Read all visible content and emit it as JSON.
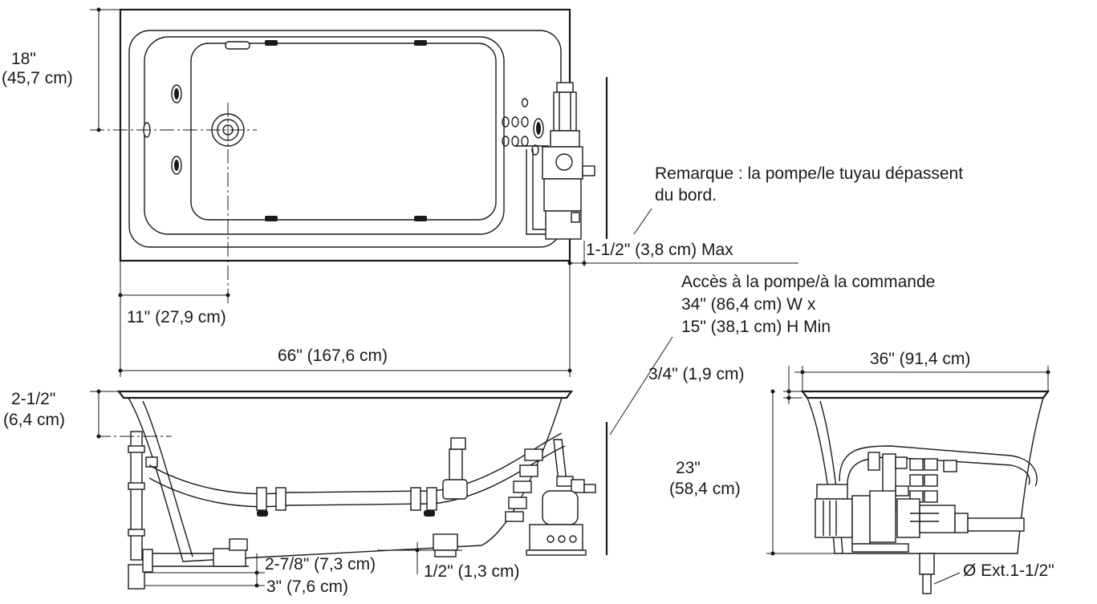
{
  "labels": {
    "d18_in": "18\"",
    "d18_cm": "(45,7 cm)",
    "d11": "11\" (27,9 cm)",
    "d66": "66\" (167,6 cm)",
    "d212_in": "2-1/2\"",
    "d212_cm": "(6,4 cm)",
    "d278": "2-7/8\" (7,3 cm)",
    "d12": "1/2\" (1,3 cm)",
    "d3": "3\" (7,6 cm)",
    "remarque_l1": "Remarque : la pompe/le tuyau dépassent",
    "remarque_l2": "du bord.",
    "d112max": "1-1/2\" (3,8 cm) Max",
    "acces_l1": "Accès à la pompe/à la commande",
    "acces_l2": "34\" (86,4 cm) W x",
    "acces_l3": "15\" (38,1 cm) H Min",
    "d34": "3/4\" (1,9 cm)",
    "d36": "36\" (91,4 cm)",
    "d23_in": "23\"",
    "d23_cm": "(58,4 cm)",
    "ext": "Ø Ext.1-1/2\""
  }
}
